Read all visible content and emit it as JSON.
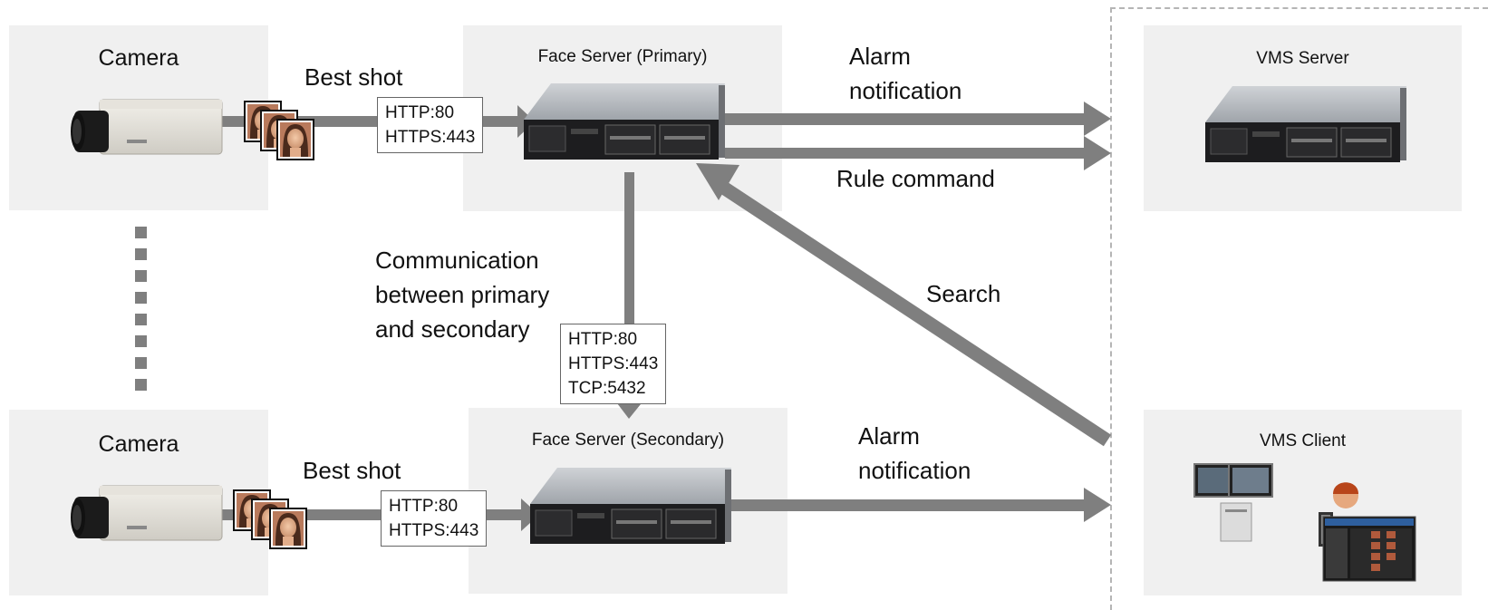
{
  "colors": {
    "arrow": "#7f7f7f",
    "box_background": "#f0f0f0",
    "divider": "#b5b5b5"
  },
  "camera_top": {
    "title": "Camera",
    "best_shot_label": "Best shot"
  },
  "camera_bottom": {
    "title": "Camera",
    "best_shot_label": "Best shot"
  },
  "face_server_primary": {
    "title": "Face Server (Primary)",
    "ports": [
      "HTTP:80",
      "HTTPS:443"
    ]
  },
  "face_server_secondary": {
    "title": "Face Server (Secondary)",
    "ports": [
      "HTTP:80",
      "HTTPS:443"
    ]
  },
  "inter_server": {
    "label_lines": [
      "Communication",
      "between primary",
      "and secondary"
    ],
    "ports": [
      "HTTP:80",
      "HTTPS:443",
      "TCP:5432"
    ]
  },
  "vms_server": {
    "title": "VMS Server"
  },
  "vms_client": {
    "title": "VMS Client"
  },
  "flows": {
    "alarm_primary_lines": [
      "Alarm",
      "notification"
    ],
    "rule_command": "Rule command",
    "search": "Search",
    "alarm_secondary_lines": [
      "Alarm",
      "notification"
    ]
  },
  "icons": {
    "camera": "camera-icon",
    "face_images": "face-image-stack-icon",
    "server": "rack-server-icon",
    "client": "vms-client-workstation-icon"
  }
}
